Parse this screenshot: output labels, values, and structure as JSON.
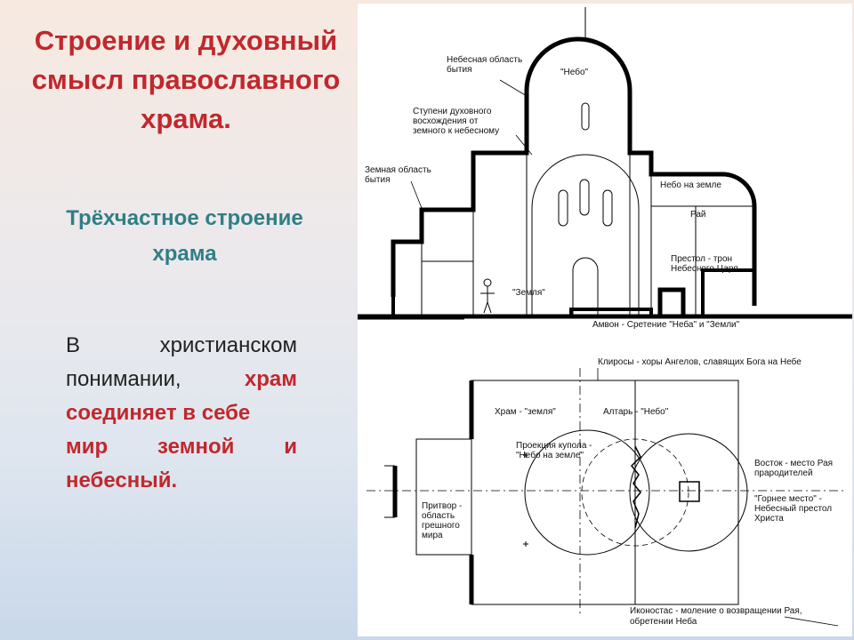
{
  "title": "Строение и духовный смысл православного храма.",
  "subtitle": "Трёхчастное строение храма",
  "paragraph": {
    "w1": "В",
    "w2": "христианском",
    "w3": "понимании,",
    "w4": "храм",
    "line2": "соединяет в себе",
    "w5": "мир",
    "w6": "земной",
    "w7": "и",
    "w8": "небесный."
  },
  "section_labels": {
    "heaven_area_1": "Небесная область",
    "heaven_area_2": "бытия",
    "nebo": "\"Небо\"",
    "steps_1": "Ступени духовного",
    "steps_2": "восхождения от",
    "steps_3": "земного к небесному",
    "earth_area_1": "Земная область",
    "earth_area_2": "бытия",
    "heaven_on_earth": "Небо на земле",
    "paradise": "Рай",
    "throne_1": "Престол - трон",
    "throne_2": "Небесного Царя",
    "zemlya": "\"Земля\"",
    "ambo": "Амвон - Сретение \"Неба\" и \"Земли\""
  },
  "plan_labels": {
    "kliros": "Клиросы - хоры Ангелов, славящих Бога на Небе",
    "temple": "Храм - \"земля\"",
    "altar": "Алтарь - \"Небо\"",
    "dome_proj_1": "Проекция купола -",
    "dome_proj_2": "\"Небо на земле\"",
    "east_1": "Восток - место Рая",
    "east_2": "прародителей",
    "high_place_1": "\"Горнее место\" -",
    "high_place_2": "Небесный престол",
    "high_place_3": "Христа",
    "narthex_1": "Притвор -",
    "narthex_2": "область",
    "narthex_3": "грешного",
    "narthex_4": "мира",
    "iconostasis_1": "Иконостас - моление о возвращении Рая,",
    "iconostasis_2": "обретении Неба"
  }
}
